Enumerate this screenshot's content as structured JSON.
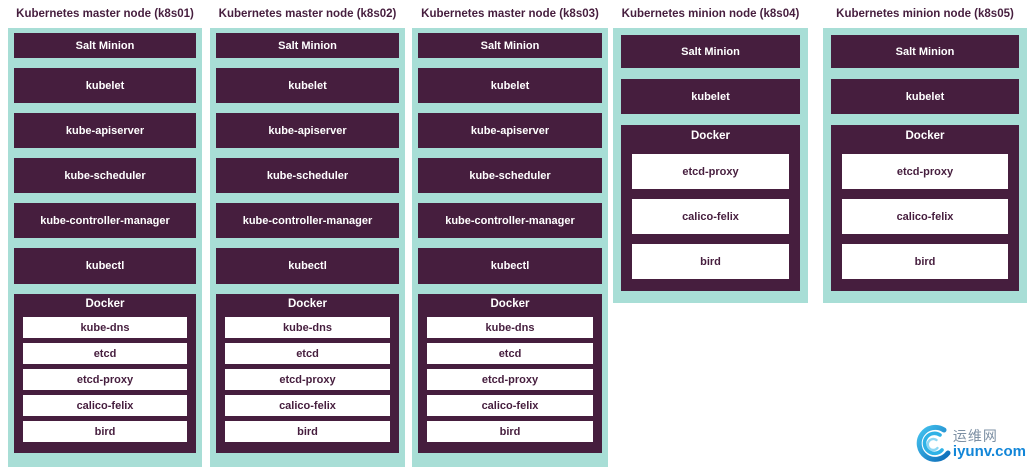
{
  "nodes": [
    {
      "title": "Kubernetes master node (k8s01)",
      "role": "master",
      "services": [
        "Salt Minion",
        "kubelet",
        "kube-apiserver",
        "kube-scheduler",
        "kube-controller-manager",
        "kubectl"
      ],
      "docker": {
        "label": "Docker",
        "containers": [
          "kube-dns",
          "etcd",
          "etcd-proxy",
          "calico-felix",
          "bird"
        ]
      }
    },
    {
      "title": "Kubernetes master node (k8s02)",
      "role": "master",
      "services": [
        "Salt Minion",
        "kubelet",
        "kube-apiserver",
        "kube-scheduler",
        "kube-controller-manager",
        "kubectl"
      ],
      "docker": {
        "label": "Docker",
        "containers": [
          "kube-dns",
          "etcd",
          "etcd-proxy",
          "calico-felix",
          "bird"
        ]
      }
    },
    {
      "title": "Kubernetes master node (k8s03)",
      "role": "master",
      "services": [
        "Salt Minion",
        "kubelet",
        "kube-apiserver",
        "kube-scheduler",
        "kube-controller-manager",
        "kubectl"
      ],
      "docker": {
        "label": "Docker",
        "containers": [
          "kube-dns",
          "etcd",
          "etcd-proxy",
          "calico-felix",
          "bird"
        ]
      }
    },
    {
      "title": "Kubernetes minion node (k8s04)",
      "role": "minion",
      "services": [
        "Salt Minion",
        "kubelet"
      ],
      "docker": {
        "label": "Docker",
        "containers": [
          "etcd-proxy",
          "calico-felix",
          "bird"
        ]
      }
    },
    {
      "title": "Kubernetes minion node (k8s05)",
      "role": "minion",
      "services": [
        "Salt Minion",
        "kubelet"
      ],
      "docker": {
        "label": "Docker",
        "containers": [
          "etcd-proxy",
          "calico-felix",
          "bird"
        ]
      }
    }
  ],
  "watermark": {
    "site_name": "运维网",
    "site_url": "iyunv.com"
  },
  "colors": {
    "panel_bg": "#a8ded6",
    "box_bg": "#461e3e",
    "box_text": "#ffffff",
    "inner_box_bg": "#ffffff",
    "inner_box_text": "#461e3e",
    "title_text": "#461e3e",
    "watermark_blue": "#1286d8",
    "watermark_gray": "#7d90a4"
  }
}
